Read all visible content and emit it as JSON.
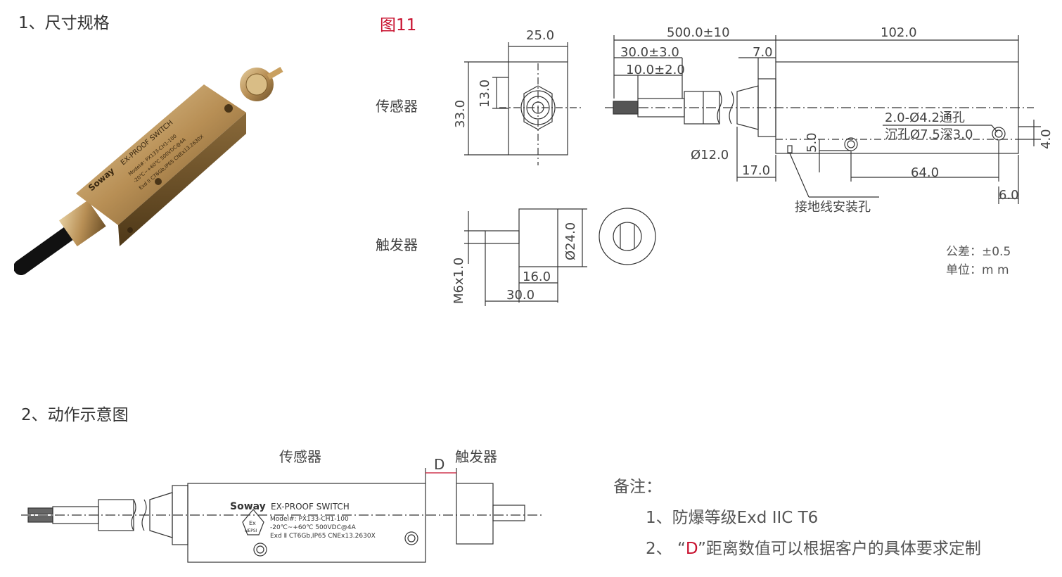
{
  "section1": {
    "title": "1、尺寸规格",
    "figure_label": "图11"
  },
  "labels": {
    "sensor": "传感器",
    "trigger": "触发器"
  },
  "dims": {
    "d250": "25.0",
    "d330": "33.0",
    "d130": "13.0",
    "d500": "500.0±10",
    "d300": "30.0±3.0",
    "d100": "10.0±2.0",
    "d70": "7.0",
    "d102": "102.0",
    "d120": "Ø12.0",
    "d170": "17.0",
    "d50": "5.0",
    "d640": "64.0",
    "d60": "6.0",
    "d40": "4.0",
    "hole1": "2.0-Ø4.2通孔",
    "hole2": "沉孔Ø7.5深3.0",
    "ground": "接地线安装孔",
    "t160": "16.0",
    "t300": "30.0",
    "t240": "Ø24.0",
    "tm6": "M6x1.0"
  },
  "tolerance": {
    "line1": "公差：±0.5",
    "line2": "单位：m m"
  },
  "product_photo": {
    "brand": "Soway",
    "product": "EX-PROOF SWITCH",
    "model": "Model#:  PX133-CH1-100",
    "spec": "-20℃~+60℃  500VDC@4A",
    "cert": "Exd II CT6Gb,IP65  CNEx13.2630X"
  },
  "section2": {
    "title": "2、动作示意图",
    "sensor": "传感器",
    "trigger": "触发器",
    "gap": "D",
    "plate": {
      "brand": "Soway",
      "product": "EX-PROOF SWITCH",
      "model": "Model#:  PX133-CH1-100",
      "spec": "-20℃~+60℃  500VDC@4A",
      "cert": "Exd Ⅱ CT6Gb,IP65  CNEx13.2630X",
      "logo_top": "Ex",
      "logo_bottom": "NEPSI"
    }
  },
  "remarks": {
    "title": "备注：",
    "item1": "1、防爆等级Exd IIC T6",
    "item2_prefix": "2、 “",
    "item2_d": "D",
    "item2_suffix": "”距离数值可以根据客户的具体要求定制"
  },
  "colors": {
    "red": "#c8102e",
    "line": "#333333",
    "brass": "#b8935a"
  }
}
